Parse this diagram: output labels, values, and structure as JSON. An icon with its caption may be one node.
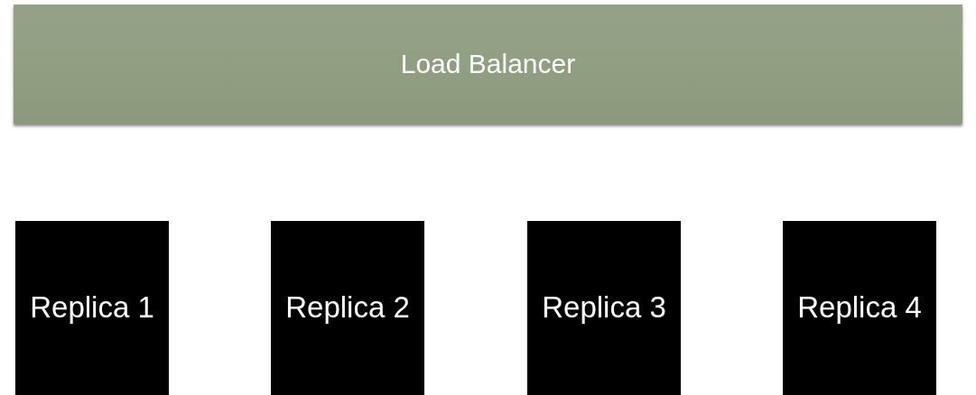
{
  "diagram": {
    "nodes": [
      {
        "text": [
          "Load Balancer"
        ]
      },
      {
        "text": [
          "Replica 1"
        ]
      },
      {
        "text": [
          "Replica 2"
        ]
      },
      {
        "text": [
          "Replica 3"
        ]
      },
      {
        "text": [
          "Replica 4"
        ]
      }
    ]
  }
}
